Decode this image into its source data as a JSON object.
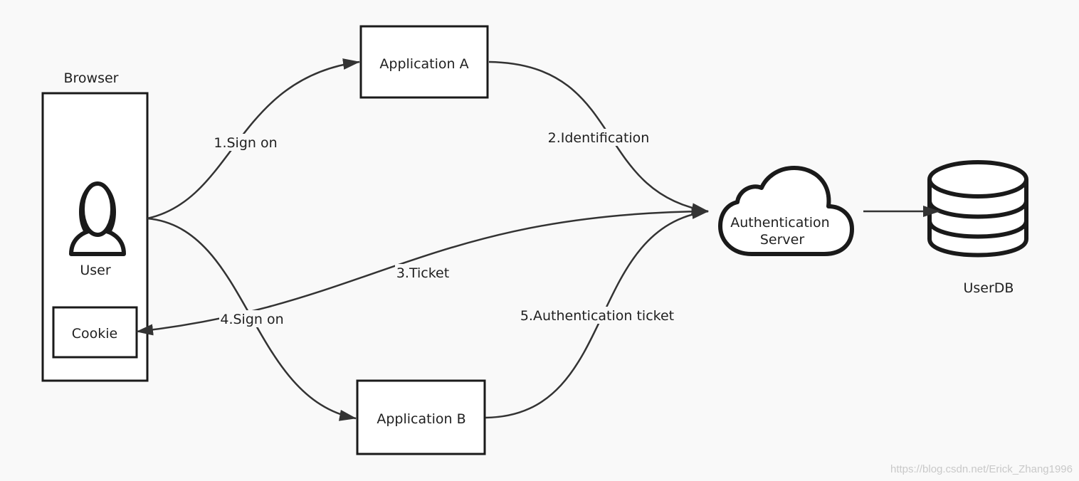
{
  "browser": {
    "title": "Browser",
    "user_label": "User",
    "cookie_label": "Cookie"
  },
  "nodes": {
    "app_a": "Application A",
    "app_b": "Application B",
    "auth_line1": "Authentication",
    "auth_line2": "Server",
    "userdb": "UserDB"
  },
  "edges": {
    "sign_on_1": "1.Sign on",
    "identification": "2.Identification",
    "ticket": "3.Ticket",
    "sign_on_4": "4.Sign on",
    "auth_ticket": "5.Authentication ticket"
  },
  "watermark": "https://blog.csdn.net/Erick_Zhang1996",
  "colors": {
    "background": "#f9f9f9",
    "stroke": "#1a1a1a",
    "node_fill": "#ffffff"
  }
}
